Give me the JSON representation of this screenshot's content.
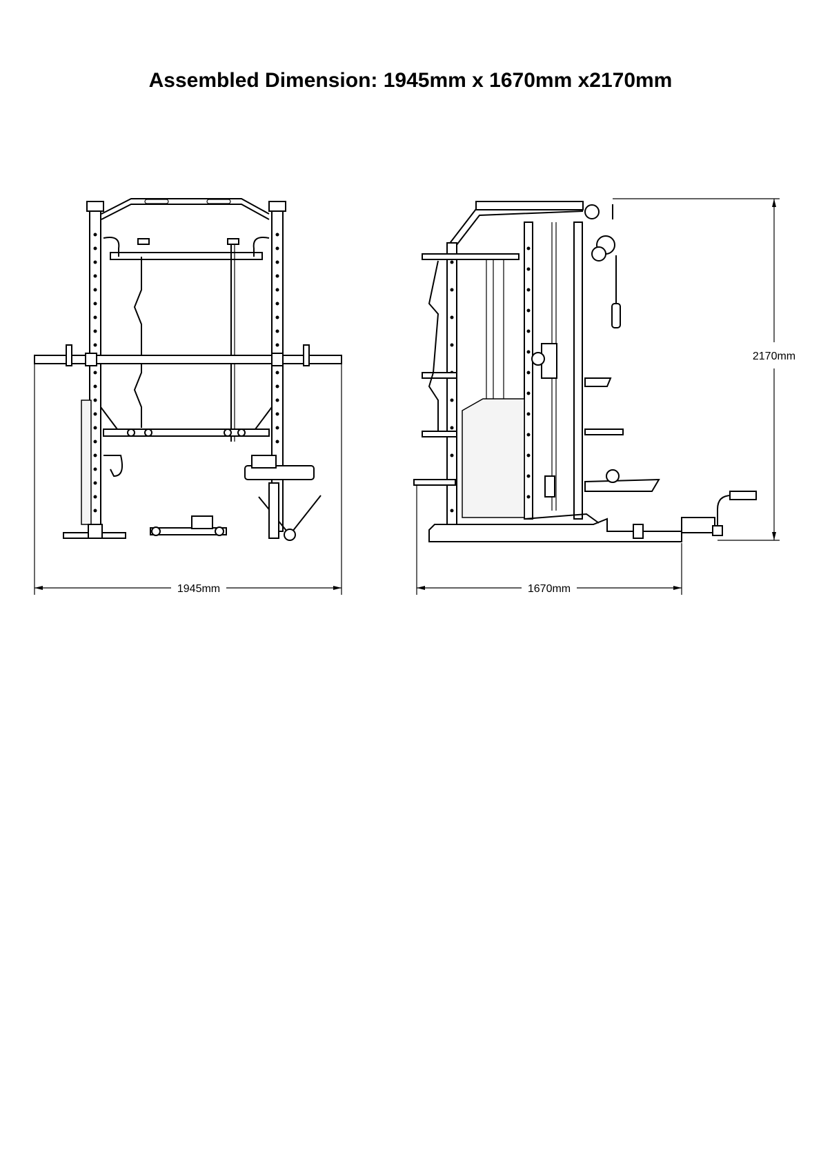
{
  "title": "Assembled Dimension: 1945mm x 1670mm x2170mm",
  "dimensions": {
    "width_label": "1945mm",
    "depth_label": "1670mm",
    "height_label": "2170mm"
  }
}
